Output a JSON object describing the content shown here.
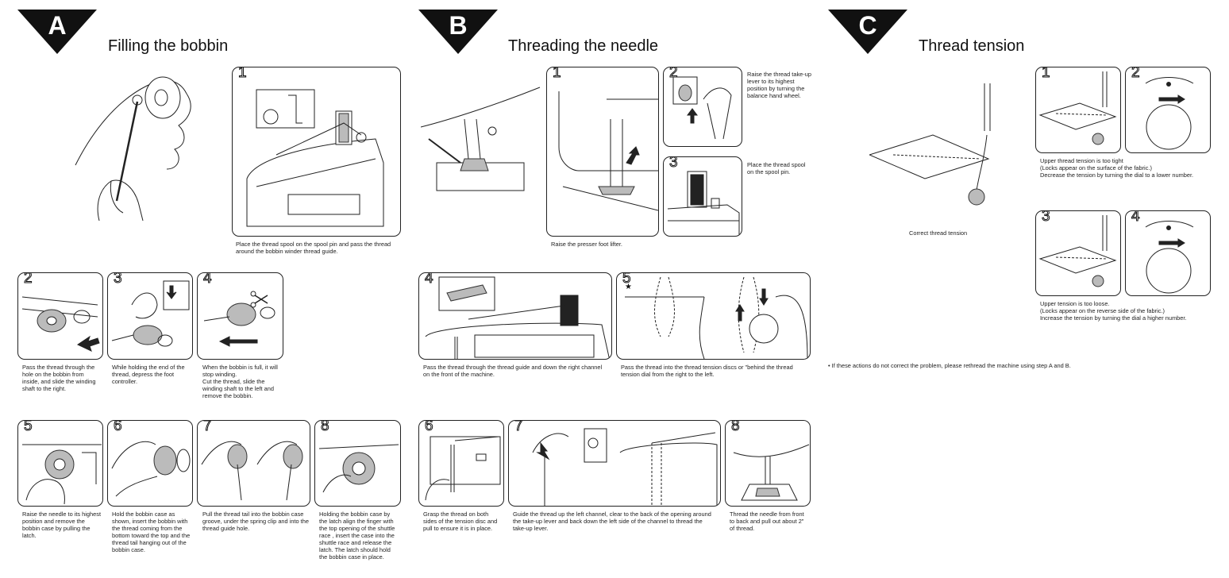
{
  "sections": {
    "a": {
      "letter": "A",
      "title": "Filling the bobbin"
    },
    "b": {
      "letter": "B",
      "title": "Threading the needle"
    },
    "c": {
      "letter": "C",
      "title": "Thread tension"
    }
  },
  "a_steps": {
    "s1": {
      "num": "1",
      "caption": "Place the thread spool on the spool pin and pass the thread around the bobbin winder thread guide."
    },
    "s2": {
      "num": "2",
      "caption": "Pass the thread through the hole on the bobbin from inside, and slide the winding shaft to the right."
    },
    "s3": {
      "num": "3",
      "caption": "While holding the end of the thread, depress the foot controller."
    },
    "s4": {
      "num": "4",
      "caption": "When the bobbin is full, it will stop winding.\nCut the thread, slide the winding shaft to the left and remove the bobbin."
    },
    "s5": {
      "num": "5",
      "caption": "Raise the needle to its highest position and remove the bobbin case by pulling the latch."
    },
    "s6": {
      "num": "6",
      "caption": "Hold the bobbin case as shown, insert the bobbin with the thread coming from the bottom toward the top and the thread tail hanging out of the bobbin case."
    },
    "s7": {
      "num": "7",
      "caption": "Pull the thread tail into the bobbin case groove, under the spring clip and into the thread guide hole."
    },
    "s8": {
      "num": "8",
      "caption": "Holding the bobbin case by the latch align the finger with the top opening of the shuttle race , insert the case into the shuttle race and release the latch. The latch should hold the bobbin case in place."
    }
  },
  "b_steps": {
    "s1": {
      "num": "1",
      "caption": "Raise the presser foot lifter."
    },
    "s2": {
      "num": "2",
      "caption": "Raise the thread take-up lever to its highest position by turning the balance hand wheel."
    },
    "s3": {
      "num": "3",
      "caption": "Place the thread spool on the spool pin."
    },
    "s4": {
      "num": "4",
      "caption": "Pass the thread through the thread guide and down the right channel on the front of the machine."
    },
    "s5": {
      "num": "5",
      "star": "★",
      "caption": "Pass the thread into the thread tension discs or \"behind the thread tension dial from the right to the left."
    },
    "s6": {
      "num": "6",
      "caption": "Grasp the thread on both sides of the tension disc and pull to ensure it is in place."
    },
    "s7": {
      "num": "7",
      "caption": "Guide the thread up the left channel, clear to the back of the opening around the take-up lever and back down the left side of the channel to thread the take-up lever."
    },
    "s8": {
      "num": "8",
      "caption": "Thread the needle from front to back and pull out about 2\" of thread."
    }
  },
  "c_steps": {
    "correct": {
      "caption": "Correct thread tension"
    },
    "s1": {
      "num": "1"
    },
    "s2": {
      "num": "2"
    },
    "tight": {
      "caption": "Upper thread tension is too tight\n(Locks appear on the surface of the fabric.)\nDecrease the tension by turning the dial to a lower number."
    },
    "s3": {
      "num": "3"
    },
    "s4": {
      "num": "4"
    },
    "loose": {
      "caption": "Upper tension is too loose.\n(Locks appear on the reverse side of the fabric.)\nIncrease the tension by turning the dial a higher number."
    },
    "note": "• If these actions do not correct the problem, please rethread the machine using step A and B."
  },
  "colors": {
    "ink": "#111111",
    "paper": "#ffffff",
    "accent": "#111111"
  },
  "icons": [
    "hand-icon",
    "bobbin-icon",
    "spool-icon",
    "arrow-icon",
    "scissors-icon",
    "tension-dial-icon",
    "needle-icon",
    "fabric-icon"
  ]
}
